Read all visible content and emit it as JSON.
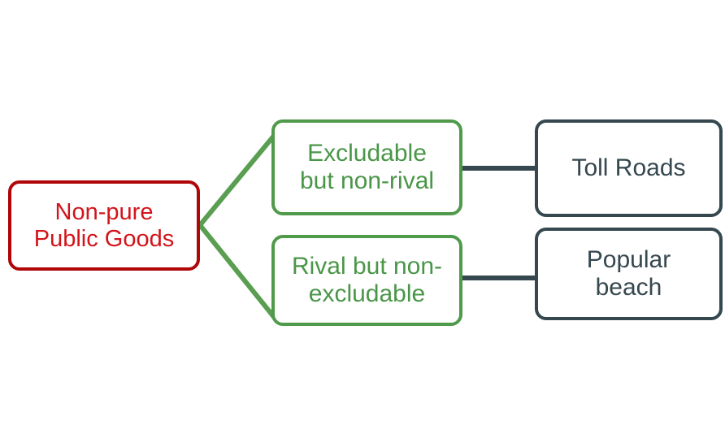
{
  "diagram": {
    "title": "Non-pure Public Goods classification tree",
    "background_color": "#ffffff",
    "colors": {
      "root_border": "#b00608",
      "root_text": "#d3141a",
      "branch_border": "#4f9a4b",
      "branch_text": "#4a9648",
      "branch_connector": "#5a9e52",
      "leaf_border": "#35474f",
      "leaf_text": "#35474f",
      "leaf_connector": "#35474f"
    },
    "nodes": {
      "root": {
        "label": "Non-pure\nPublic Goods"
      },
      "branches": [
        {
          "label": "Excludable\nbut non-rival"
        },
        {
          "label": "Rival but non-\nexcludable"
        }
      ],
      "leaves": [
        {
          "label": "Toll Roads"
        },
        {
          "label": "Popular\nbeach"
        }
      ]
    },
    "connectors": [
      {
        "from": "root",
        "to": "branch-excludable",
        "style": "green-diagonal"
      },
      {
        "from": "root",
        "to": "branch-rival",
        "style": "green-diagonal"
      },
      {
        "from": "branch-excludable",
        "to": "leaf-toll-roads",
        "style": "dark-horizontal"
      },
      {
        "from": "branch-rival",
        "to": "leaf-popular-beach",
        "style": "dark-horizontal"
      }
    ]
  }
}
